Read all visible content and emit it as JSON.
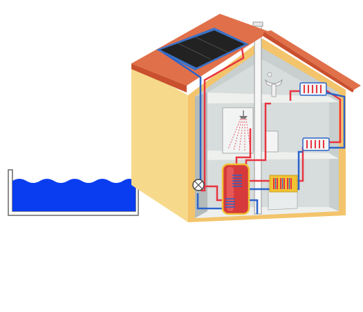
{
  "diagram": {
    "subject": "solar-water-heating-house-cutaway",
    "components": [
      {
        "id": "solar-panel",
        "icon": "solar-panel-icon"
      },
      {
        "id": "pool",
        "icon": "swimming-pool-icon"
      },
      {
        "id": "heat-exchanger",
        "icon": "valve-icon"
      },
      {
        "id": "storage-tank",
        "icon": "boiler-tank-icon"
      },
      {
        "id": "boiler-unit",
        "icon": "boiler-icon"
      },
      {
        "id": "radiator-upper",
        "icon": "radiator-icon"
      },
      {
        "id": "radiator-middle",
        "icon": "radiator-icon"
      },
      {
        "id": "shower",
        "icon": "shower-icon"
      },
      {
        "id": "sink",
        "icon": "sink-icon"
      },
      {
        "id": "chimney",
        "icon": "chimney-icon"
      }
    ],
    "colors": {
      "hot_pipe": "#e8333f",
      "cold_pipe": "#2a63c9",
      "roof": "#e0704a",
      "roof_edge": "#c9502e",
      "wall_front": "#f3c46b",
      "wall_side": "#f7d98c",
      "interior": "#c8cfcf",
      "interior_floor": "#eef0ee",
      "water": "#0a3df0",
      "panel": "#222222",
      "tank": "#d63a3a",
      "boiler_box": "#f1c232"
    }
  }
}
